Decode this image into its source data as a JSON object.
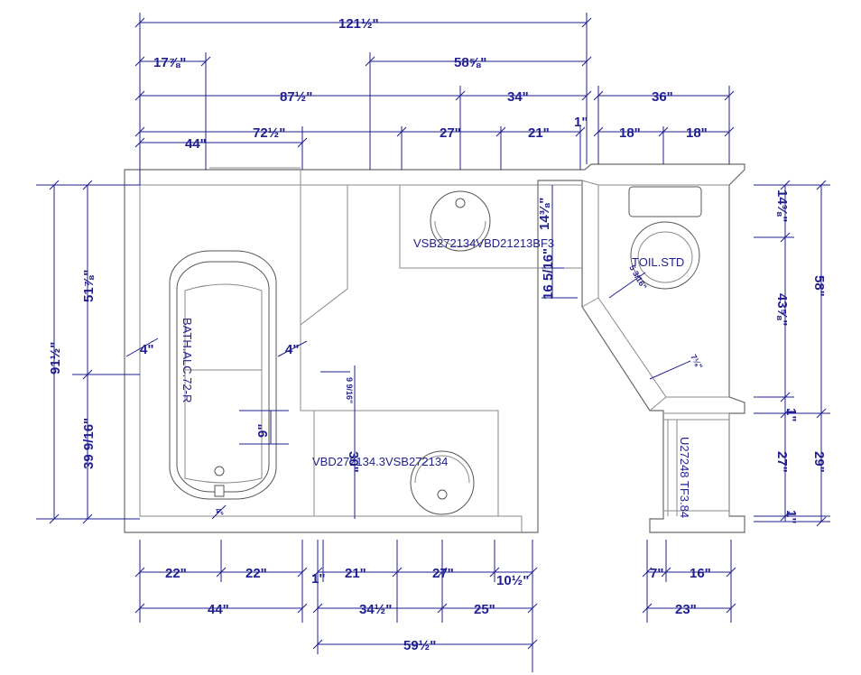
{
  "dims": {
    "overall_top": "121½\"",
    "d_17_7_8": "17⅞\"",
    "d_58_5_8": "58⅝\"",
    "d_87_1_2": "87½\"",
    "d_34_top": "34\"",
    "d_36": "36\"",
    "d_72_1_2": "72½\"",
    "d_27_top": "27\"",
    "d_21_top": "21\"",
    "d_1_top": "1\"",
    "d_18_a": "18\"",
    "d_18_b": "18\"",
    "d_44_top": "44\"",
    "left_91_1_2": "91½\"",
    "left_51_7_8": "51⅞\"",
    "left_39_9_16": "39 9/16\"",
    "right_14_3_8": "14⅜\"",
    "right_43_5_8": "43⅝\"",
    "right_58": "58\"",
    "right_1_a": "1\"",
    "right_27": "27\"",
    "right_29": "29\"",
    "right_1_b": "1\"",
    "mid_14_3_8": "14⅜\"",
    "mid_16_5_16": "16 5/16\"",
    "mid_5_3_16": "5 3/16\"",
    "mid_7_1_8": "7⅛\"",
    "wall_4_left": "4\"",
    "wall_4_right": "4\"",
    "wall_4_bottom": "4\"",
    "d_9": "9\"",
    "d_9_9_16": "9 9/16\"",
    "d_30": "30\"",
    "bot_22_a": "22\"",
    "bot_22_b": "22\"",
    "bot_1": "1\"",
    "bot_21": "21\"",
    "bot_27": "27\"",
    "bot_10_1_2": "10½\"",
    "bot_7": "7\"",
    "bot_16": "16\"",
    "bot_44": "44\"",
    "bot_34_1_2": "34½\"",
    "bot_25": "25\"",
    "bot_23": "23\"",
    "bot_59_1_2": "59½\""
  },
  "labels": {
    "vanity_top": "VSB272134VBD21213BF3",
    "toilet": "TOIL.STD",
    "bath": "BATH.ALC.72-R",
    "vanity_bottom": "VBD272134.3VSB272134",
    "linen": "U27248 TF3.84"
  },
  "colors": {
    "dimension": "#1f1f8f",
    "wall": "#6b6b6b"
  }
}
